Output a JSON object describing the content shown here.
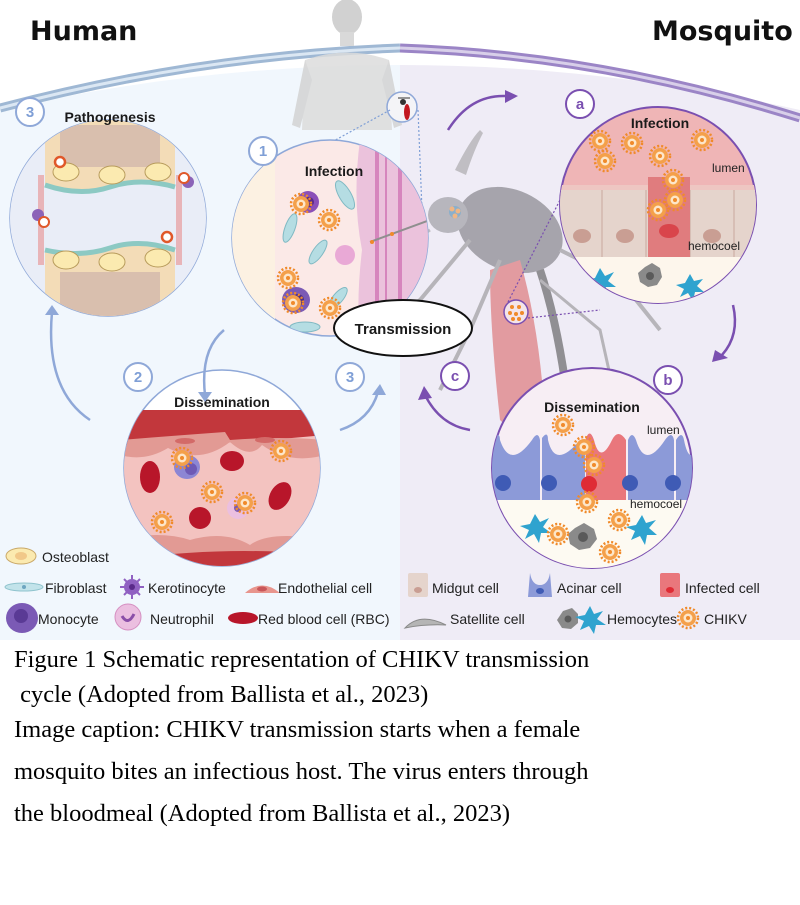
{
  "figure": {
    "panel_titles": {
      "left": "Human",
      "right": "Mosquito"
    },
    "human_steps": [
      {
        "marker": "1",
        "title": "Infection"
      },
      {
        "marker": "2",
        "title": "Dissemination"
      },
      {
        "marker": "3",
        "title": "Pathogenesis"
      },
      {
        "marker": "3",
        "title": ""
      }
    ],
    "mosquito_steps": [
      {
        "marker": "a",
        "title": "Infection",
        "labels": [
          "lumen",
          "hemocoel"
        ]
      },
      {
        "marker": "b",
        "title": "Dissemination",
        "labels": [
          "lumen",
          "hemocoel"
        ]
      },
      {
        "marker": "c",
        "title": ""
      }
    ],
    "center_label": "Transmission",
    "colors": {
      "human_bg": "#f1f7fd",
      "mosquito_bg": "#efecf6",
      "human_accent": "#7f9fd6",
      "mosquito_accent": "#7a4fb0",
      "virus": "#f08a2a",
      "rbc": "#b8162a"
    },
    "legend_human": [
      {
        "icon": "osteoblast-icon",
        "label": "Osteoblast"
      },
      {
        "icon": "fibroblast-icon",
        "label": "Fibroblast"
      },
      {
        "icon": "kerotinocyte-icon",
        "label": "Kerotinocyte"
      },
      {
        "icon": "endothelial-cell-icon",
        "label": "Endothelial cell"
      },
      {
        "icon": "monocyte-icon",
        "label": "Monocyte"
      },
      {
        "icon": "neutrophil-icon",
        "label": "Neutrophil"
      },
      {
        "icon": "red-blood-cell-icon",
        "label": "Red blood cell (RBC)"
      }
    ],
    "legend_mosquito": [
      {
        "icon": "midgut-cell-icon",
        "label": "Midgut cell"
      },
      {
        "icon": "acinar-cell-icon",
        "label": "Acinar cell"
      },
      {
        "icon": "infected-cell-icon",
        "label": "Infected cell"
      },
      {
        "icon": "satellite-cell-icon",
        "label": "Satellite cell"
      },
      {
        "icon": "hemocytes-icon",
        "label": "Hemocytes"
      },
      {
        "icon": "chikv-icon",
        "label": "CHIKV"
      }
    ]
  },
  "caption": {
    "figure_line1": "Figure 1 Schematic representation of CHIKV transmission",
    "figure_line2": " cycle (Adopted from Ballista et al., 2023)",
    "image_caption_line1": "Image caption: CHIKV transmission starts when a female",
    "image_caption_line2": "mosquito bites an infectious host. The virus enters through",
    "image_caption_line3": "the bloodmeal (Adopted from Ballista et al., 2023)"
  }
}
